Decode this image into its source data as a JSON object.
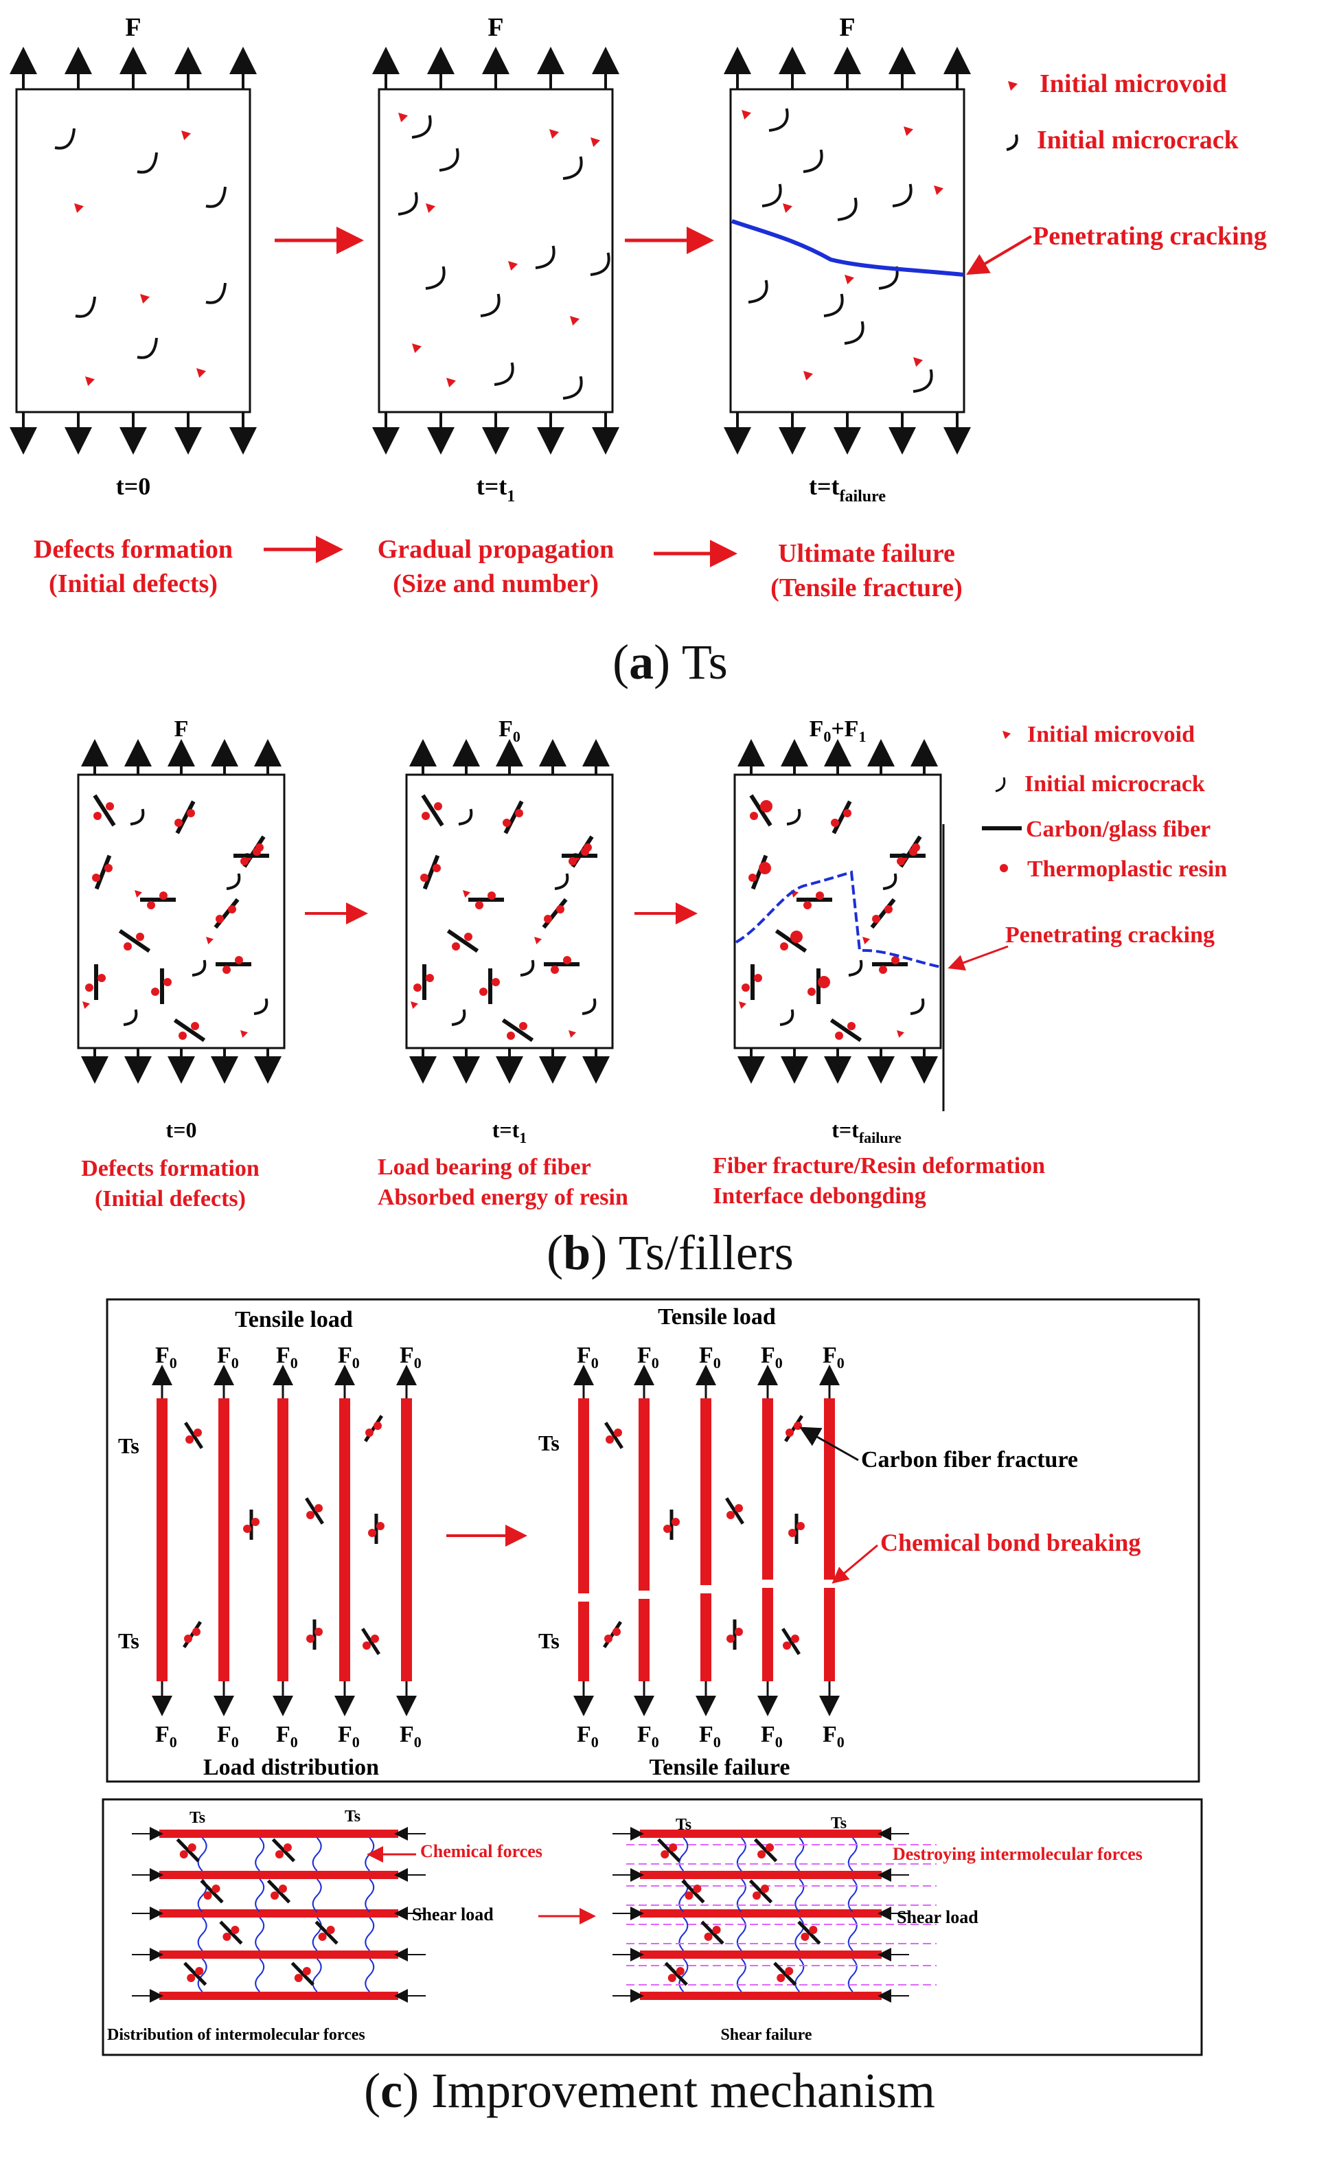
{
  "panel_a": {
    "load_label": "F",
    "time_labels": [
      {
        "main": "t=0",
        "sub": ""
      },
      {
        "main": "t=t",
        "sub": "1"
      },
      {
        "main": "t=t",
        "sub": "failure"
      }
    ],
    "stage_labels": [
      {
        "line1": "Defects formation",
        "line2": "(Initial defects)"
      },
      {
        "line1": "Gradual propagation",
        "line2": "(Size and number)"
      },
      {
        "line1": "Ultimate failure",
        "line2": "(Tensile fracture)"
      }
    ],
    "legend": {
      "microvoid": "Initial microvoid",
      "microcrack": "Initial microcrack",
      "cracking": "Penetrating cracking"
    },
    "caption": {
      "letter": "a",
      "text": "Ts"
    }
  },
  "panel_b": {
    "load_labels": [
      {
        "main": "F",
        "sub": "",
        "tail": ""
      },
      {
        "main": "F",
        "sub": "0",
        "tail": ""
      },
      {
        "main": "F",
        "sub": "0",
        "tail": "+F",
        "tail_sub": "1"
      }
    ],
    "time_labels": [
      {
        "main": "t=0",
        "sub": ""
      },
      {
        "main": "t=t",
        "sub": "1"
      },
      {
        "main": "t=t",
        "sub": "failure"
      }
    ],
    "stage_labels": [
      {
        "line1": "Defects formation",
        "line2": "(Initial defects)"
      },
      {
        "line1": "Load bearing of fiber",
        "line2": "Absorbed energy of resin"
      },
      {
        "line1": "Fiber fracture/Resin deformation",
        "line2": "Interface debongding"
      }
    ],
    "legend": {
      "microvoid": "Initial microvoid",
      "microcrack": "Initial microcrack",
      "fiber": "Carbon/glass fiber",
      "resin": "Thermoplastic resin",
      "cracking": "Penetrating cracking"
    },
    "force_label": "F",
    "force_sub": "1",
    "caption": {
      "letter": "b",
      "text": "Ts/fillers"
    }
  },
  "panel_c": {
    "tensile": {
      "left_title": "Tensile load",
      "right_title": "Tensile load",
      "left_bottom": "Load distribution",
      "right_bottom": "Tensile failure",
      "f0": "F",
      "f0_sub": "0",
      "ts": "Ts",
      "fiber_fracture": "Carbon fiber fracture",
      "bond_breaking": "Chemical bond breaking"
    },
    "shear": {
      "ts": "Ts",
      "chemical_forces": "Chemical forces",
      "shear_load": "Shear load",
      "destroying": "Destroying intermolecular forces",
      "left_bottom": "Distribution of intermolecular forces",
      "right_bottom": "Shear failure"
    },
    "caption": {
      "letter": "c",
      "text": "Improvement mechanism"
    }
  },
  "colors": {
    "accent": "#e3181f",
    "crack": "#1c2fd6",
    "dashed": "#e066ff",
    "ink": "#111111"
  }
}
